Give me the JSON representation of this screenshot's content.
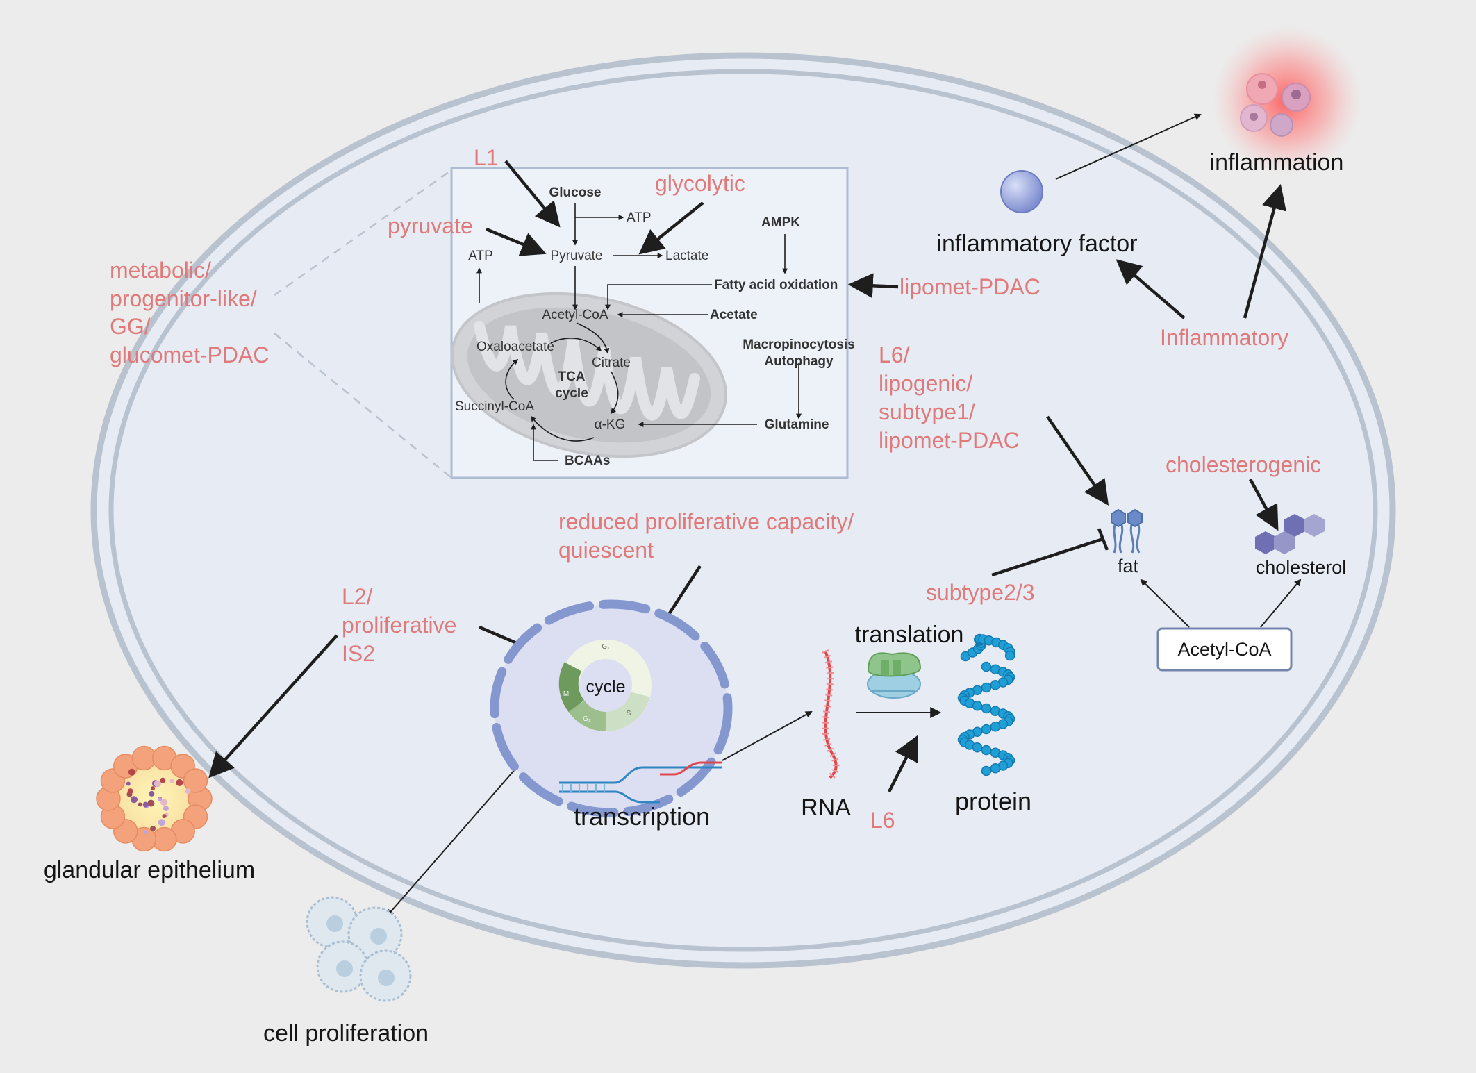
{
  "labels": {
    "l1": "L1",
    "glycolytic": "glycolytic",
    "pyruvate_label": "pyruvate",
    "metabolic_1": "metabolic/",
    "metabolic_2": "progenitor-like/",
    "metabolic_3": "GG/",
    "metabolic_4": "glucomet-PDAC",
    "lipomet": "lipomet-PDAC",
    "l6_1": "L6/",
    "l6_2": "lipogenic/",
    "l6_3": "subtype1/",
    "l6_4": "lipomet-PDAC",
    "inflammatory": "Inflammatory",
    "cholesterogenic": "cholesterogenic",
    "subtype23": "subtype2/3",
    "reduced_1": "reduced proliferative capacity/",
    "reduced_2": "quiescent",
    "l2_1": "L2/",
    "l2_2": "proliferative",
    "l2_3": "IS2",
    "l6_b": "L6"
  },
  "outcomes": {
    "inflammation": "inflammation",
    "inflammatory_factor": "inflammatory factor",
    "fat": "fat",
    "cholesterol": "cholesterol",
    "acetyl_coa_box": "Acetyl-CoA",
    "translation": "translation",
    "rna": "RNA",
    "protein": "protein",
    "transcription": "transcription",
    "cycle": "cycle",
    "glandular": "glandular epithelium",
    "cell_prolif": "cell proliferation"
  },
  "pathway": {
    "glucose": "Glucose",
    "atp_top": "ATP",
    "atp_left": "ATP",
    "pyruvate": "Pyruvate",
    "lactate": "Lactate",
    "ampk": "AMPK",
    "fao": "Fatty acid oxidation",
    "acetyl_coa": "Acetyl-CoA",
    "acetate": "Acetate",
    "oxaloacetate": "Oxaloacetate",
    "citrate": "Citrate",
    "tca_1": "TCA",
    "tca_2": "cycle",
    "macro": "Macropinocytosis",
    "autophagy": "Autophagy",
    "succinyl": "Succinyl-CoA",
    "akg": "α-KG",
    "glutamine": "Glutamine",
    "bcaas": "BCAAs"
  },
  "cell_cycle": {
    "g1": "G₁",
    "s": "S",
    "g2": "G₂",
    "m": "M"
  }
}
